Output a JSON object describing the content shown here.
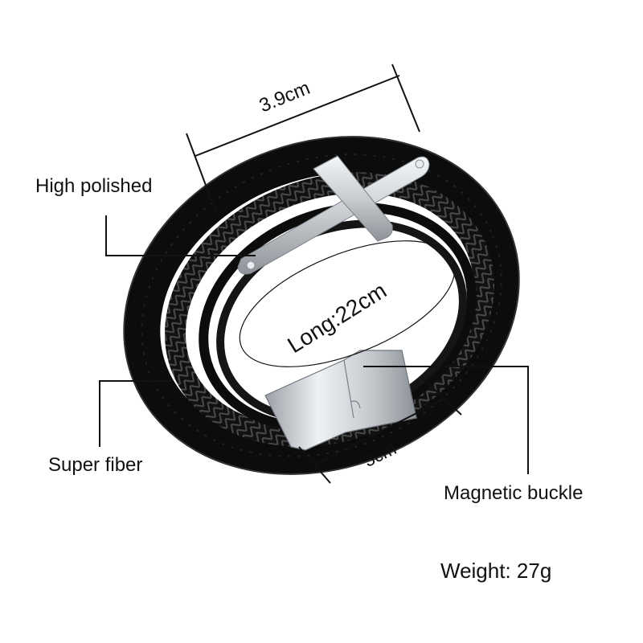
{
  "labels": {
    "high_polished": "High polished",
    "super_fiber": "Super fiber",
    "magnetic_buckle": "Magnetic buckle",
    "weight": "Weight: 27g",
    "width_dimension": "3.9cm",
    "length_dimension": "Long:22cm",
    "buckle_dimension": "3cm"
  },
  "colors": {
    "leather": "#0c0c0c",
    "leather_highlight": "#3a3a3a",
    "steel": "#c9cdd1",
    "steel_highlight": "#f2f4f6",
    "background": "#ffffff",
    "line": "#111111"
  },
  "icons": {
    "cross": "cross-icon",
    "buckle": "magnetic-buckle-icon"
  }
}
